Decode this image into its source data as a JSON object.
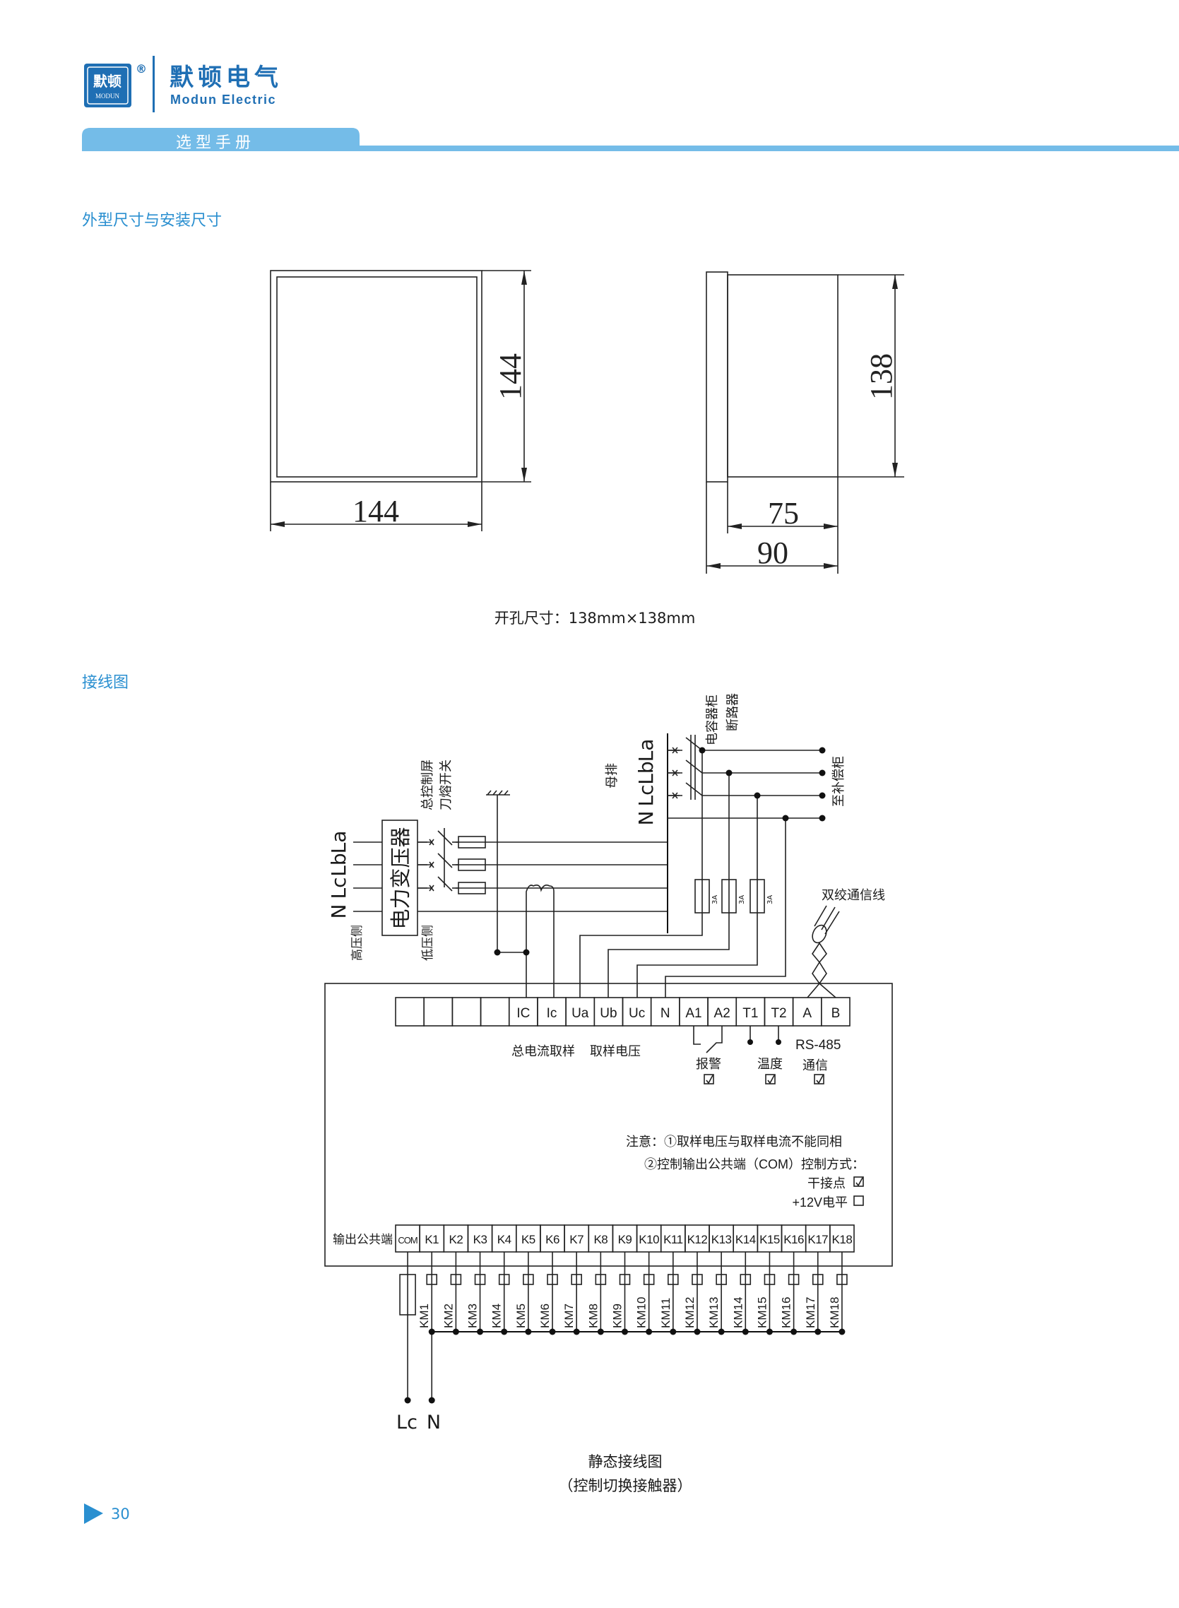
{
  "header": {
    "logo_cn": "默顿",
    "logo_en": "MODUN",
    "registered": "®",
    "brand_cn": "默顿电气",
    "brand_en": "Modun Electric",
    "manual_tab": "选型手册"
  },
  "colors": {
    "brand": "#1f6fb4",
    "tab": "#74bce8",
    "section": "#2a8fd0"
  },
  "dimensions": {
    "title": "外型尺寸与安装尺寸",
    "front_width": "144",
    "front_height": "144",
    "side_height": "138",
    "depth_body": "75",
    "depth_total": "90",
    "cutout": "开孔尺寸：138mm×138mm"
  },
  "wiring": {
    "title": "接线图",
    "hv_phases": [
      "N",
      "Lc",
      "Lb",
      "La"
    ],
    "high_side": "高压侧",
    "low_side": "低压侧",
    "transformer": "电力变压器",
    "switch_label": [
      "总控制屏",
      "刀熔开关"
    ],
    "busbar": "母排",
    "busbar_phases": [
      "N",
      "Lc",
      "Lb",
      "La"
    ],
    "breaker_label": [
      "电容器柜",
      "断路器"
    ],
    "to_compensation": "至补偿柜",
    "fuses": [
      "3A",
      "3A",
      "3A"
    ],
    "twisted_pair": "双绞通信线",
    "terminals": [
      "",
      "",
      "",
      "",
      "IC",
      "Ic",
      "Ua",
      "Ub",
      "Uc",
      "N",
      "A1",
      "A2",
      "T1",
      "T2",
      "A",
      "B"
    ],
    "current_sample": "总电流取样",
    "voltage_sample": "取样电压",
    "rs485": "RS-485",
    "alarm": "报警",
    "temperature": "温度",
    "communication": "通信",
    "note_1": "注意：①取样电压与取样电流不能同相",
    "note_2": "②控制输出公共端（COM）控制方式：",
    "dry_contact": "干接点",
    "level_12v": "+12V电平",
    "output_common": "输出公共端",
    "outputs": [
      "COM",
      "K1",
      "K2",
      "K3",
      "K4",
      "K5",
      "K6",
      "K7",
      "K8",
      "K9",
      "K10",
      "K11",
      "K12",
      "K13",
      "K14",
      "K15",
      "K16",
      "K17",
      "K18"
    ],
    "contactors": [
      "KM1",
      "KM2",
      "KM3",
      "KM4",
      "KM5",
      "KM6",
      "KM7",
      "KM8",
      "KM9",
      "KM10",
      "KM11",
      "KM12",
      "KM13",
      "KM14",
      "KM15",
      "KM16",
      "KM17",
      "KM18"
    ],
    "supply": [
      "Lc",
      "N"
    ],
    "caption_1": "静态接线图",
    "caption_2": "（控制切换接触器）"
  },
  "page_number": "30"
}
